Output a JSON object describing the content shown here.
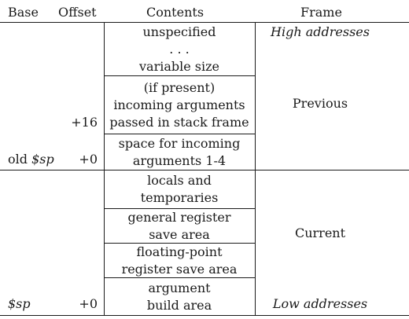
{
  "headers": {
    "base": "Base",
    "offset": "Offset",
    "contents": "Contents",
    "frame": "Frame"
  },
  "cells": [
    {
      "lines": [
        "unspecified",
        ". . .",
        "variable size"
      ]
    },
    {
      "lines": [
        "(if present)",
        "incoming arguments",
        "passed in stack frame"
      ]
    },
    {
      "lines": [
        "space for incoming",
        "arguments 1-4"
      ]
    },
    {
      "lines": [
        "locals and",
        "temporaries"
      ]
    },
    {
      "lines": [
        "general register",
        "save area"
      ]
    },
    {
      "lines": [
        "floating-point",
        "register save area"
      ]
    },
    {
      "lines": [
        "argument",
        "build area"
      ]
    }
  ],
  "frame_labels": {
    "high": "High addresses",
    "previous": "Previous",
    "current": "Current",
    "low": "Low addresses"
  },
  "row_labels": {
    "offset_16": "+16",
    "old_base_prefix": "old ",
    "old_base_reg": "$sp",
    "offset_0_old": "+0",
    "base_reg": "$sp",
    "offset_0": "+0"
  }
}
